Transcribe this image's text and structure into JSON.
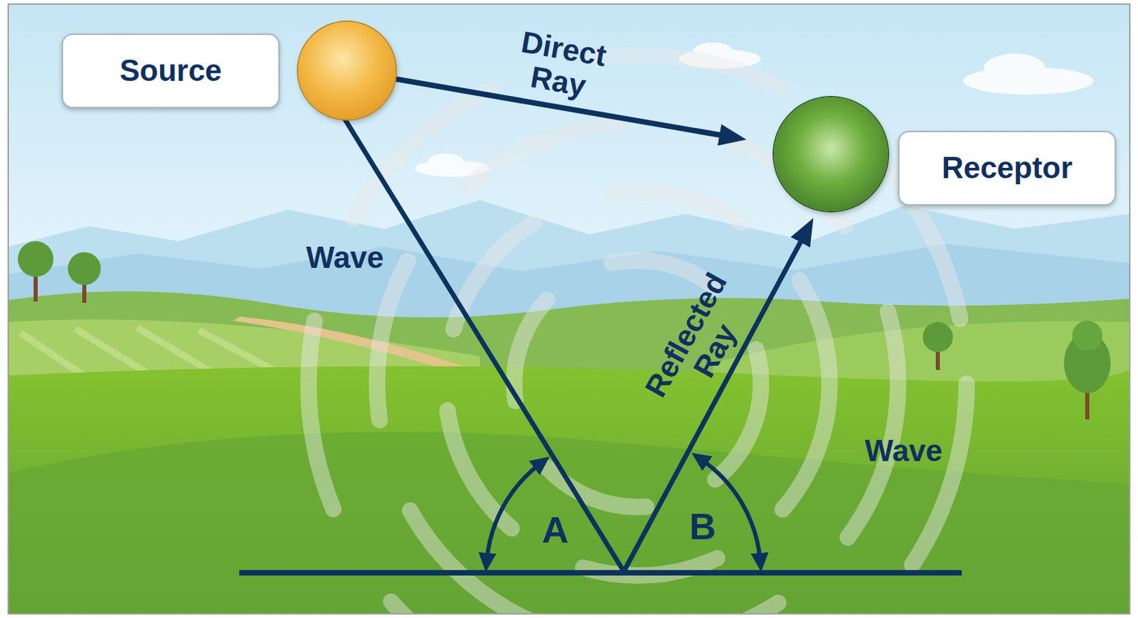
{
  "diagram": {
    "nodes": [
      {
        "text": [
          "Source"
        ]
      },
      {
        "text": [
          "Receptor"
        ]
      }
    ],
    "edges": [
      {
        "from": 0,
        "to": 1,
        "arrow": "to",
        "label": "Direct Ray"
      }
    ],
    "labels": [
      "Wave",
      "Reflected Ray",
      "Wave",
      "A",
      "B"
    ]
  }
}
